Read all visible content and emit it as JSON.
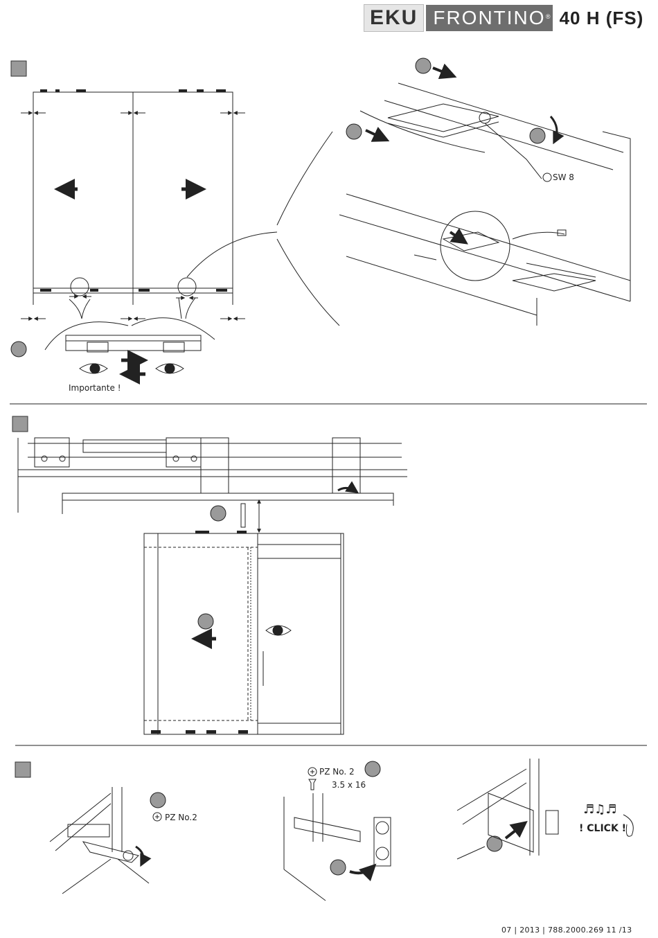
{
  "header": {
    "brand_left": "EKU",
    "brand_right": "FRONTINO",
    "registered": "®",
    "model": "40 H (FS)"
  },
  "step1": {
    "wrench_label": "SW 8",
    "note": "Importante !"
  },
  "step3": {
    "screw_a": "PZ No.2",
    "screw_b": "PZ No. 2",
    "screw_b_size": "3.5 x 16",
    "click": "! CLICK !"
  },
  "footer": {
    "text": "07 | 2013 | 788.2000.269  11 /13"
  },
  "colors": {
    "badge_fill": "#9a9a9a",
    "line": "#222222",
    "brand_dark": "#6e6e6e",
    "brand_light": "#e6e6e6"
  }
}
